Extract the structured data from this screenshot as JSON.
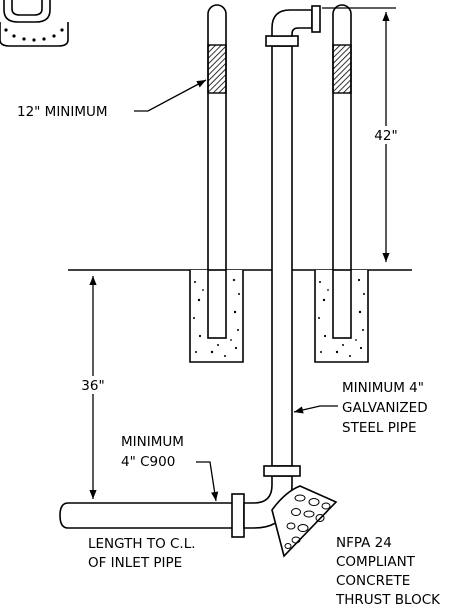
{
  "drawing": {
    "annotations": {
      "bollard_stripe": "12\" MINIMUM",
      "bollard_height": "42\"",
      "burial_depth": "36\"",
      "riser_pipe": [
        "MINIMUM 4\"",
        "GALVANIZED",
        "STEEL PIPE"
      ],
      "underground_pipe": [
        "MINIMUM",
        "4\" C900"
      ],
      "inlet_length": [
        "LENGTH TO C.L.",
        "OF INLET PIPE"
      ],
      "thrust_block": [
        "NFPA 24",
        "COMPLIANT",
        "CONCRETE",
        "THRUST BLOCK"
      ]
    },
    "colors": {
      "line": "#000000",
      "background": "#ffffff"
    }
  }
}
